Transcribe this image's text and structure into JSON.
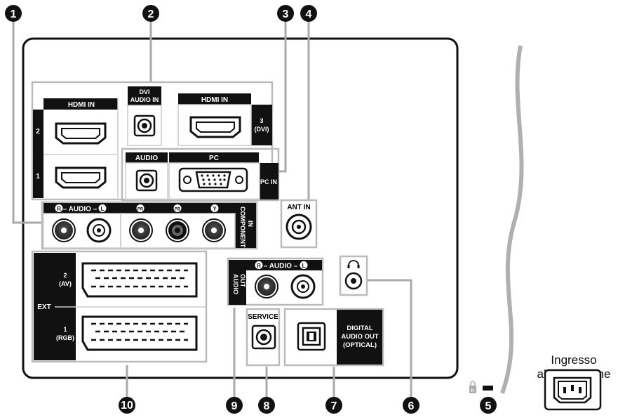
{
  "callouts": [
    "1",
    "2",
    "3",
    "4",
    "5",
    "6",
    "7",
    "8",
    "9",
    "10"
  ],
  "hdmi_left": {
    "header": "HDMI IN",
    "port2": "2",
    "port1": "1"
  },
  "dvi_audio": {
    "line1": "DVI",
    "line2": "AUDIO IN"
  },
  "hdmi_right": {
    "header": "HDMI IN",
    "num": "3",
    "sub": "(DVI)"
  },
  "pc": {
    "audio": "AUDIO",
    "pc": "PC",
    "side": "PC IN"
  },
  "ant": {
    "label": "ANT IN"
  },
  "component": {
    "r": "R",
    "audio": "– AUDIO –",
    "l": "L",
    "pr": "PR",
    "pb": "PB",
    "y": "Y",
    "side1": "COMPONENT",
    "side2": "IN"
  },
  "ext": {
    "ext": "EXT",
    "av2": "2",
    "av2sub": "(AV)",
    "rgb1": "1",
    "rgb1sub": "(RGB)"
  },
  "audio_out": {
    "r": "R",
    "audio": "– AUDIO –",
    "l": "L",
    "side1": "AUDIO",
    "side2": "OUT"
  },
  "headphone": {
    "icon": "headphone-icon"
  },
  "service": {
    "label": "SERVICE"
  },
  "optical": {
    "line1": "DIGITAL",
    "line2": "AUDIO OUT",
    "line3": "(OPTICAL)"
  },
  "power": {
    "line1": "Ingresso",
    "line2": "alimentazione"
  },
  "kensington": {
    "label": "K"
  }
}
